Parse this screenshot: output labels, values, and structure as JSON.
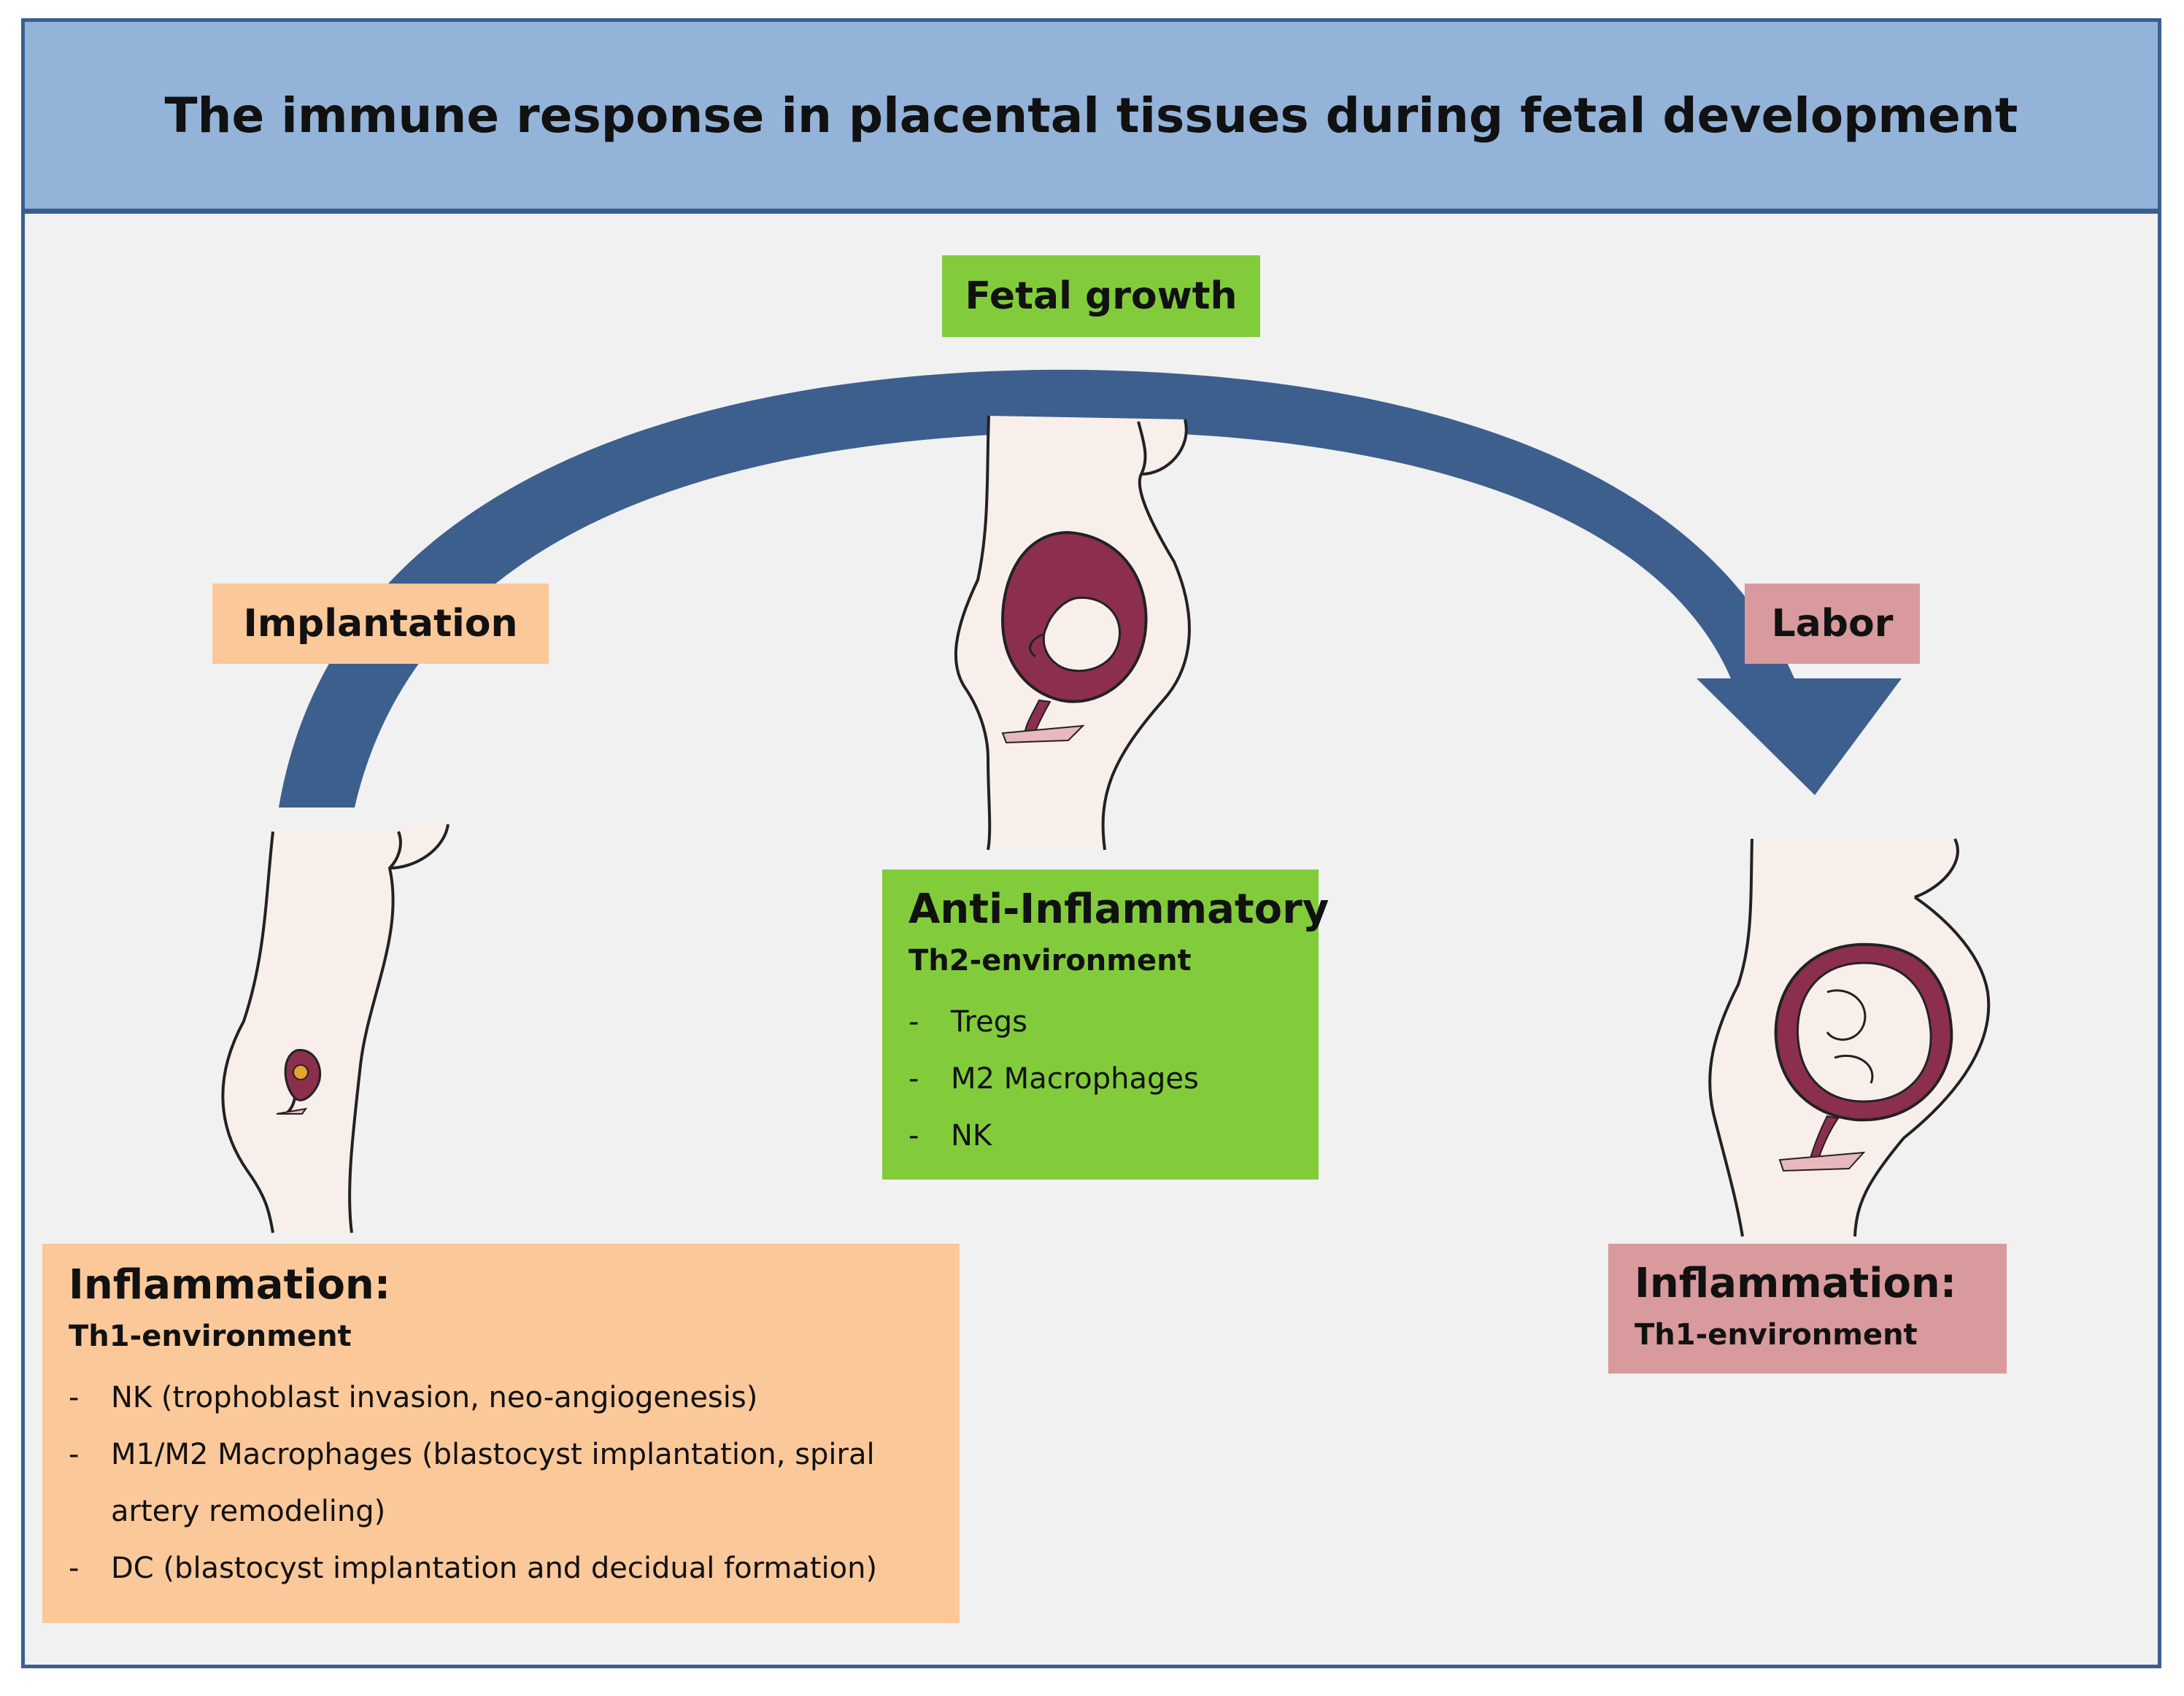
{
  "title": "The immune response in placental tissues during fetal development",
  "stages": {
    "implantation": "Implantation",
    "fetal_growth": "Fetal growth",
    "labor": "Labor"
  },
  "anti_inflammatory": {
    "heading": "Anti-Inflammatory",
    "environment": "Th2-environment",
    "items": [
      "Tregs",
      "M2 Macrophages",
      "NK"
    ]
  },
  "inflammation_left": {
    "heading": "Inflammation:",
    "environment": "Th1-environment",
    "items": [
      "NK (trophoblast invasion, neo-angiogenesis)",
      "M1/M2 Macrophages (blastocyst implantation, spiral artery remodeling)",
      "DC (blastocyst implantation and decidual formation)"
    ]
  },
  "inflammation_right": {
    "heading": "Inflammation:",
    "environment": "Th1-environment"
  },
  "bullet": "-",
  "colors": {
    "header_bg": "#94b3d9",
    "border": "#3a5f8f",
    "arrow": "#3d5f8e",
    "green": "#82cc3c",
    "peach": "#fbc89a",
    "rose": "#d89a9c",
    "skin": "#f8eeea",
    "uterus": "#8c2f4f"
  }
}
